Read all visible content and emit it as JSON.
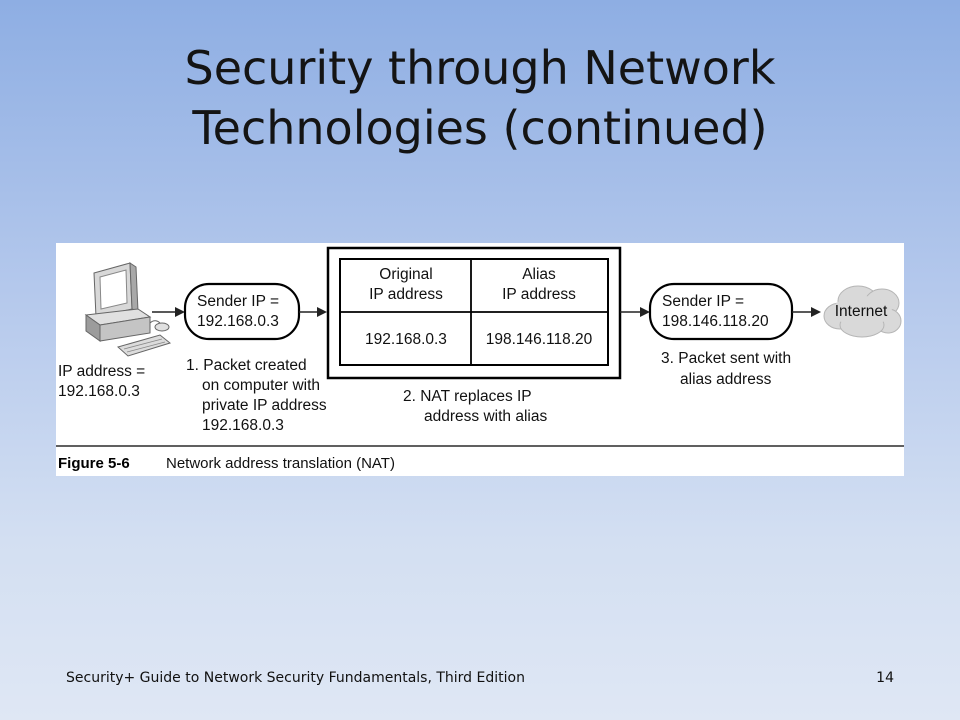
{
  "slide": {
    "title_line1": "Security through Network",
    "title_line2": "Technologies (continued)",
    "footer": "Security+ Guide to Network Security Fundamentals, Third Edition",
    "page_number": "14"
  },
  "diagram": {
    "computer": {
      "ip_label": "IP address =",
      "ip_value": "192.168.0.3"
    },
    "sender_box_1": {
      "line1": "Sender IP =",
      "line2": "192.168.0.3"
    },
    "step1": [
      "1. Packet created",
      "on computer with",
      "private IP address",
      "192.168.0.3"
    ],
    "nat_table": {
      "col1_header": [
        "Original",
        "IP address"
      ],
      "col2_header": [
        "Alias",
        "IP address"
      ],
      "col1_value": "192.168.0.3",
      "col2_value": "198.146.118.20"
    },
    "step2": [
      "2. NAT replaces IP",
      "address with alias"
    ],
    "sender_box_2": {
      "line1": "Sender IP =",
      "line2": "198.146.118.20"
    },
    "step3": [
      "3. Packet sent with",
      "alias address"
    ],
    "internet_label": "Internet",
    "caption_number": "Figure 5-6",
    "caption_text": "Network address translation (NAT)"
  },
  "colors": {
    "background_top": "#8eaee3",
    "background_bottom": "#dfe7f4",
    "figure_background": "#ffffff",
    "cloud": "#d9d9d9"
  }
}
